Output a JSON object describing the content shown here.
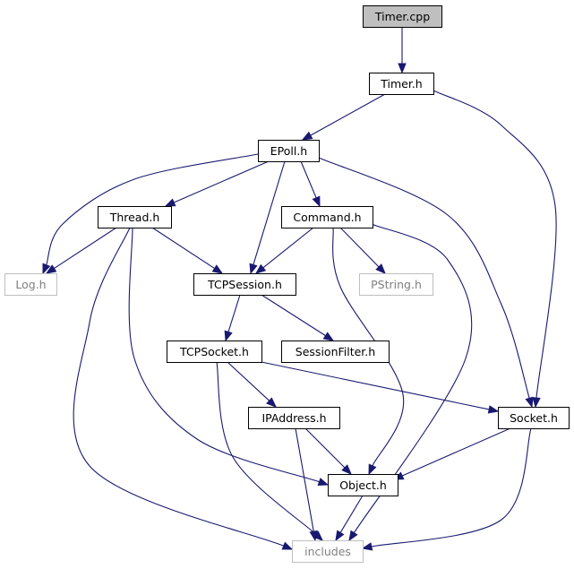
{
  "colors": {
    "edge": "#191970",
    "root_fill": "#bfbfbf",
    "root_stroke": "#000000",
    "node_fill": "#ffffff",
    "node_stroke": "#000000",
    "external_stroke": "#bfbfbf",
    "external_text": "#808080",
    "text": "#000000"
  },
  "nodes": [
    {
      "id": "timer_cpp",
      "label": "Timer.cpp",
      "kind": "root"
    },
    {
      "id": "timer_h",
      "label": "Timer.h",
      "kind": "normal"
    },
    {
      "id": "epoll_h",
      "label": "EPoll.h",
      "kind": "normal"
    },
    {
      "id": "thread_h",
      "label": "Thread.h",
      "kind": "normal"
    },
    {
      "id": "command_h",
      "label": "Command.h",
      "kind": "normal"
    },
    {
      "id": "log_h",
      "label": "Log.h",
      "kind": "external"
    },
    {
      "id": "tcpsession_h",
      "label": "TCPSession.h",
      "kind": "normal"
    },
    {
      "id": "pstring_h",
      "label": "PString.h",
      "kind": "external"
    },
    {
      "id": "tcpsocket_h",
      "label": "TCPSocket.h",
      "kind": "normal"
    },
    {
      "id": "sessionfilter_h",
      "label": "SessionFilter.h",
      "kind": "normal"
    },
    {
      "id": "ipaddress_h",
      "label": "IPAddress.h",
      "kind": "normal"
    },
    {
      "id": "socket_h",
      "label": "Socket.h",
      "kind": "normal"
    },
    {
      "id": "object_h",
      "label": "Object.h",
      "kind": "normal"
    },
    {
      "id": "includes",
      "label": "includes",
      "kind": "external"
    }
  ],
  "edges": [
    {
      "from": "timer_cpp",
      "to": "timer_h"
    },
    {
      "from": "timer_h",
      "to": "epoll_h"
    },
    {
      "from": "timer_h",
      "to": "socket_h"
    },
    {
      "from": "epoll_h",
      "to": "log_h"
    },
    {
      "from": "epoll_h",
      "to": "thread_h"
    },
    {
      "from": "epoll_h",
      "to": "tcpsession_h"
    },
    {
      "from": "epoll_h",
      "to": "command_h"
    },
    {
      "from": "epoll_h",
      "to": "socket_h"
    },
    {
      "from": "thread_h",
      "to": "log_h"
    },
    {
      "from": "thread_h",
      "to": "tcpsession_h"
    },
    {
      "from": "thread_h",
      "to": "includes"
    },
    {
      "from": "thread_h",
      "to": "object_h"
    },
    {
      "from": "command_h",
      "to": "tcpsession_h"
    },
    {
      "from": "command_h",
      "to": "pstring_h"
    },
    {
      "from": "command_h",
      "to": "object_h"
    },
    {
      "from": "command_h",
      "to": "includes"
    },
    {
      "from": "tcpsession_h",
      "to": "tcpsocket_h"
    },
    {
      "from": "tcpsession_h",
      "to": "sessionfilter_h"
    },
    {
      "from": "tcpsocket_h",
      "to": "ipaddress_h"
    },
    {
      "from": "tcpsocket_h",
      "to": "socket_h"
    },
    {
      "from": "tcpsocket_h",
      "to": "includes"
    },
    {
      "from": "ipaddress_h",
      "to": "object_h"
    },
    {
      "from": "ipaddress_h",
      "to": "includes"
    },
    {
      "from": "socket_h",
      "to": "object_h"
    },
    {
      "from": "socket_h",
      "to": "includes"
    },
    {
      "from": "object_h",
      "to": "includes"
    }
  ]
}
